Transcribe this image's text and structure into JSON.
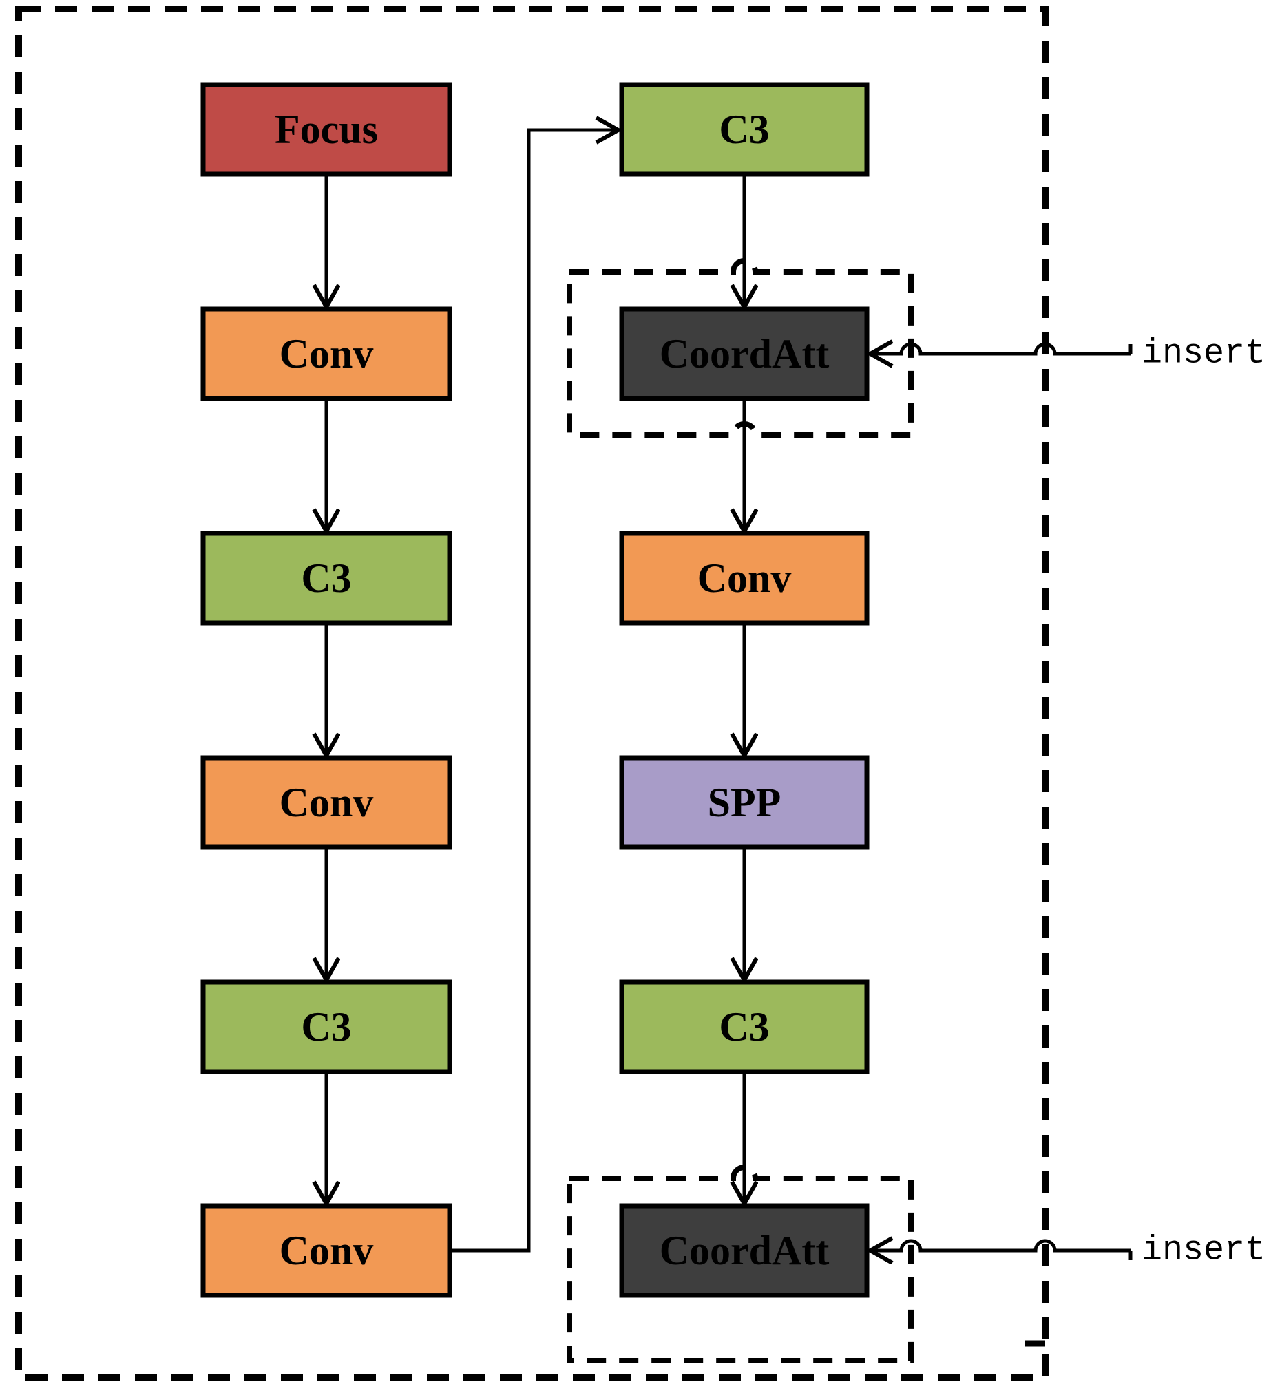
{
  "diagram": {
    "boxes": {
      "left": [
        {
          "label": "Focus",
          "color": "#BF4B47"
        },
        {
          "label": "Conv",
          "color": "#F29954"
        },
        {
          "label": "C3",
          "color": "#9CB95C"
        },
        {
          "label": "Conv",
          "color": "#F29954"
        },
        {
          "label": "C3",
          "color": "#9CB95C"
        },
        {
          "label": "Conv",
          "color": "#F29954"
        }
      ],
      "right": [
        {
          "label": "C3",
          "color": "#9CB95C"
        },
        {
          "label": "CoordAtt",
          "color": "#3E3E3E"
        },
        {
          "label": "Conv",
          "color": "#F29954"
        },
        {
          "label": "SPP",
          "color": "#A89CC8"
        },
        {
          "label": "C3",
          "color": "#9CB95C"
        },
        {
          "label": "CoordAtt",
          "color": "#3E3E3E"
        }
      ]
    },
    "annotations": {
      "insert_top": "insert",
      "insert_bottom": "insert"
    },
    "colors": {
      "focus_red": "#BF4B47",
      "conv_orange": "#F29954",
      "c3_green": "#9CB95C",
      "spp_purple": "#A89CC8",
      "coordatt_dark": "#3E3E3E",
      "line_black": "#000000",
      "background": "#FFFFFF"
    }
  }
}
